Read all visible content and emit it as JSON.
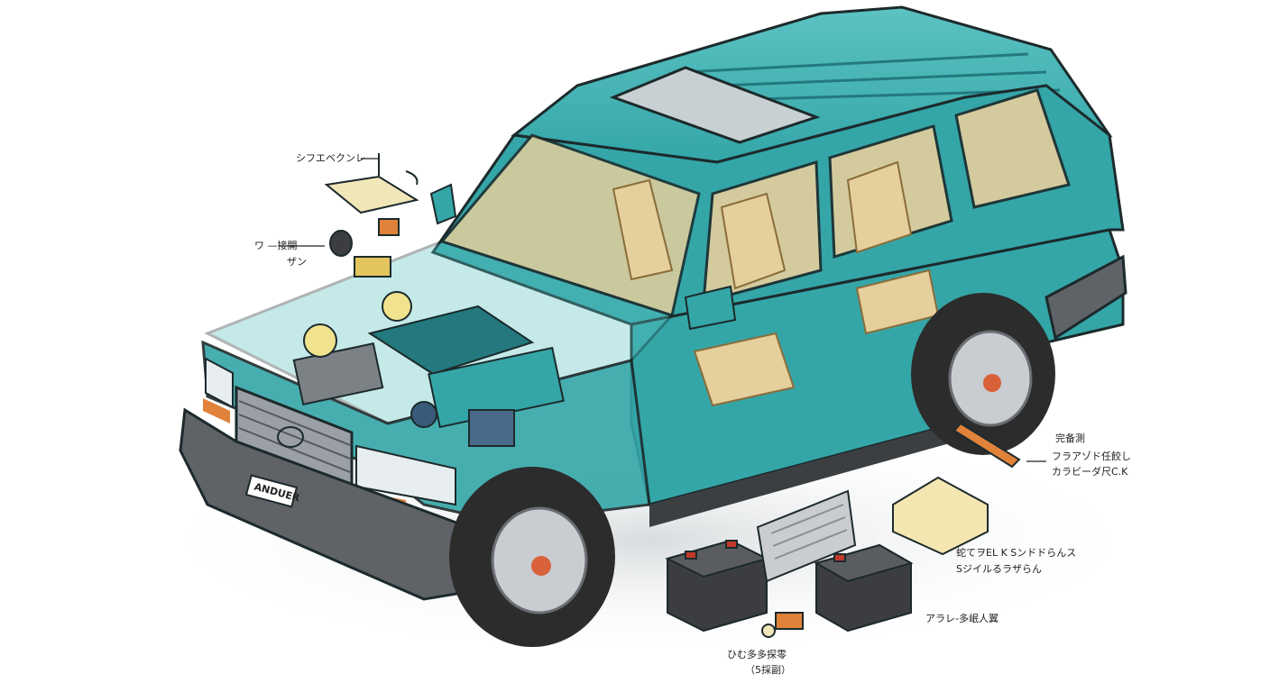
{
  "colors": {
    "body": "#34a6a8",
    "body_dark": "#23797d",
    "body_light": "#5cc2c2",
    "interior": "#e5cf9c",
    "tire": "#2c2c2c",
    "rim": "#c9ccd0",
    "bumper": "#5f6266",
    "battery": "#3b3d40",
    "accent_orange": "#e0823a",
    "outline": "#1c2a2c"
  },
  "plate": {
    "text": "ANDUER"
  },
  "labels": {
    "top_left": "シフエベクンレ",
    "mid_left_line1": "ワ —接開",
    "mid_left_line2": "ザン",
    "right_title": "完备測",
    "right_line1": "フラアゾド任餃し",
    "right_line2": "カラビーダ尺C.K",
    "batt_line1": "蛇てヲEL K  Sンドドらんス",
    "batt_line2": "Sジイルるラザらん",
    "batt_bottom": "アラレ‐多岷人翼",
    "bottom_line1": "ひむ多多探零",
    "bottom_line2": "（5採副）"
  }
}
